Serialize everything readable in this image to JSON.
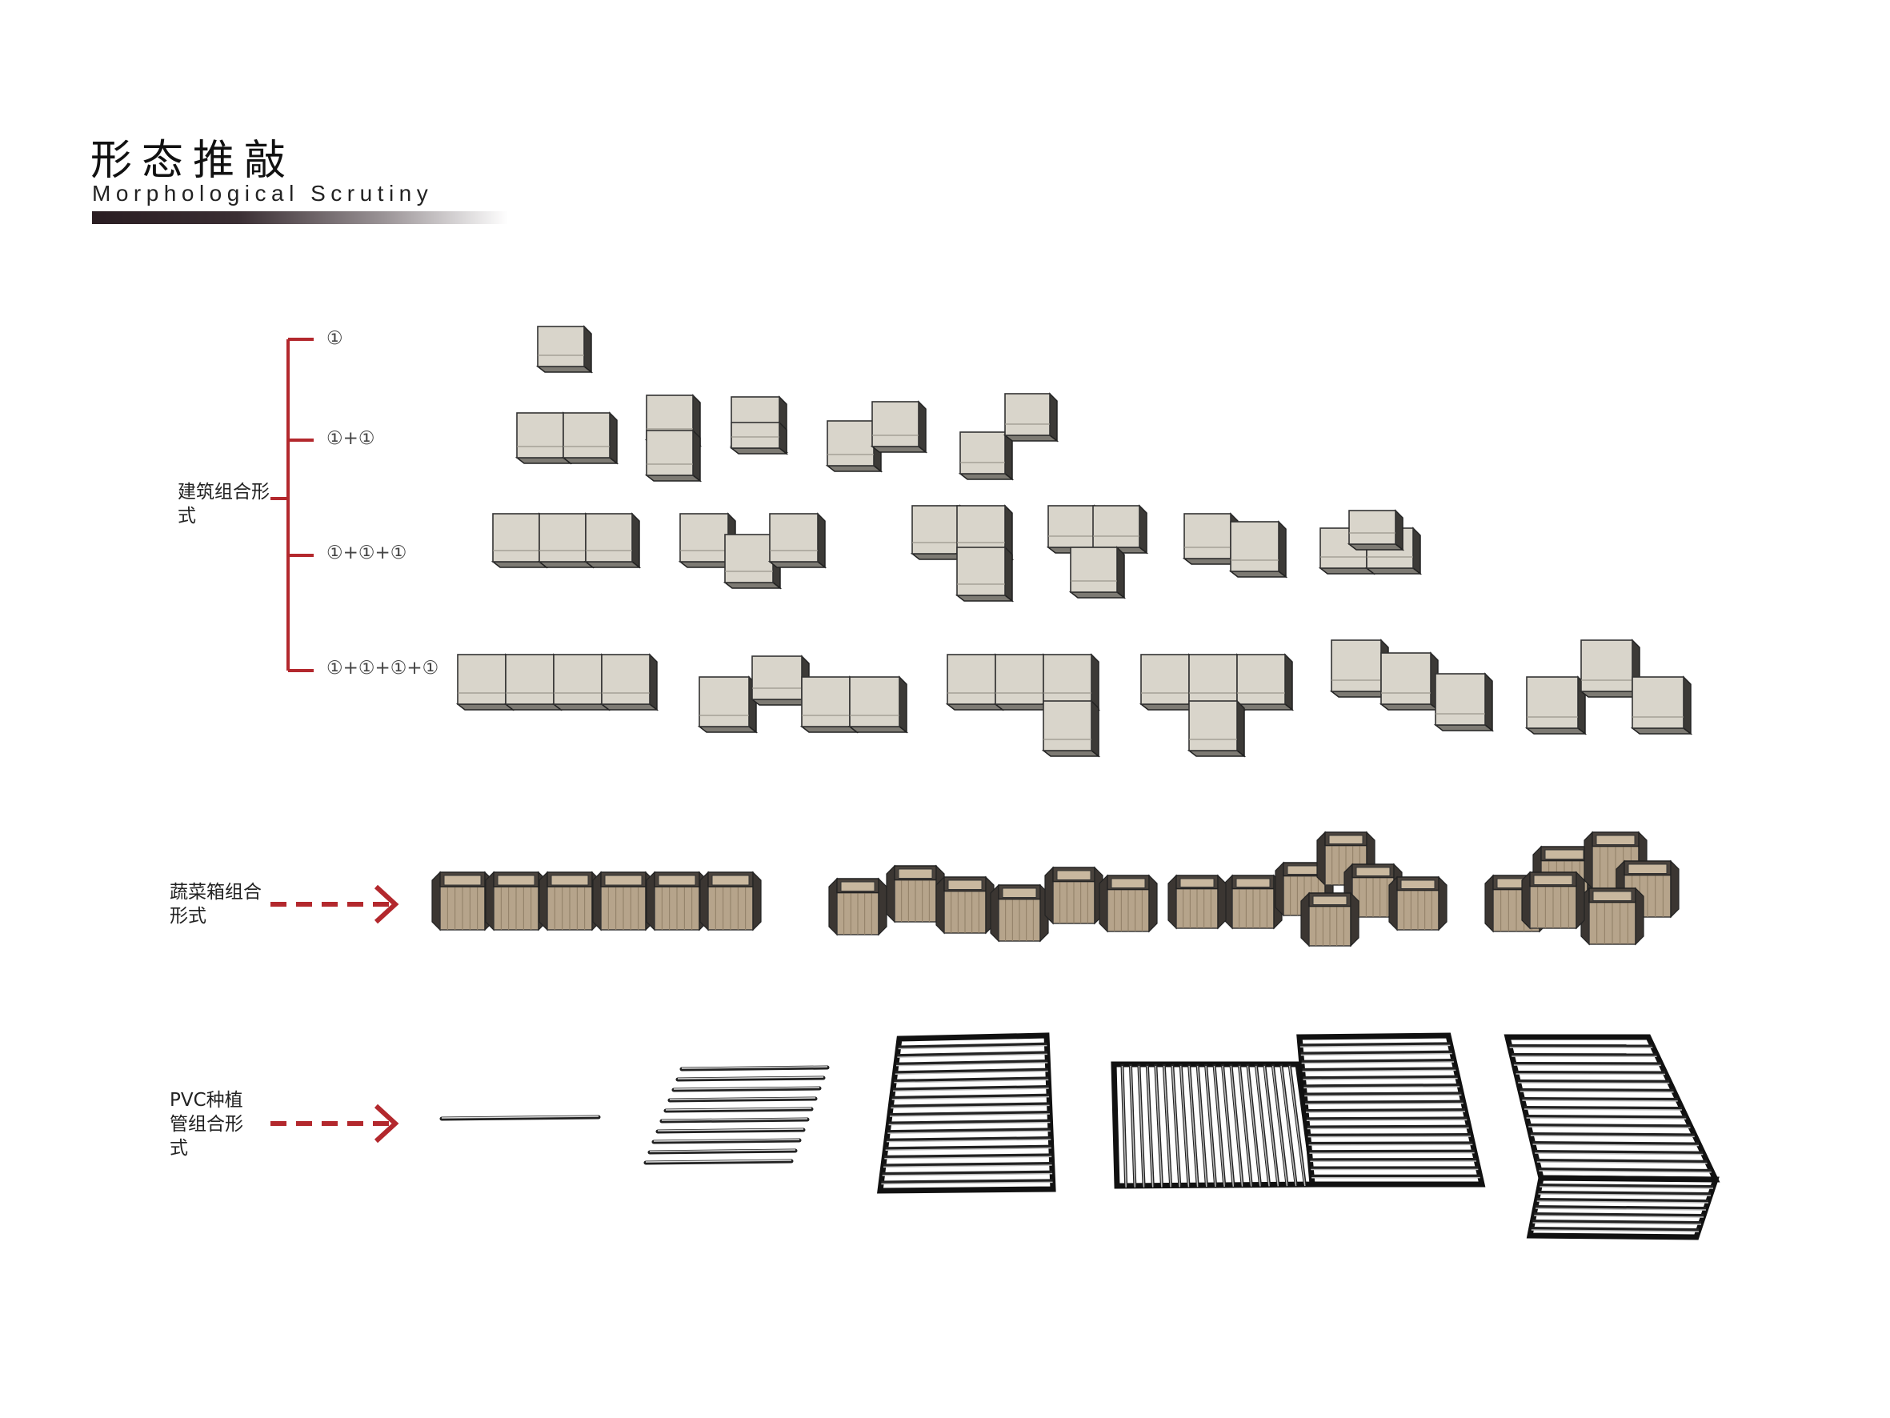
{
  "header": {
    "title": "形态推敲",
    "subtitle": "Morphological Scrutiny"
  },
  "building_section": {
    "label": "建筑组合形式",
    "rows": [
      {
        "label": "①"
      },
      {
        "label": "①+①"
      },
      {
        "label": "①+①+①"
      },
      {
        "label": "①+①+①+①"
      }
    ]
  },
  "planter_section": {
    "label": "蔬菜箱组合形式"
  },
  "pvc_section": {
    "label": "PVC种植管组合形式"
  },
  "colors": {
    "accent_red": "#b3282d",
    "block_face": "#d9d5cb",
    "block_side": "#3c3a37",
    "wood": "#b6a48b",
    "wood_dark": "#3b3632"
  }
}
